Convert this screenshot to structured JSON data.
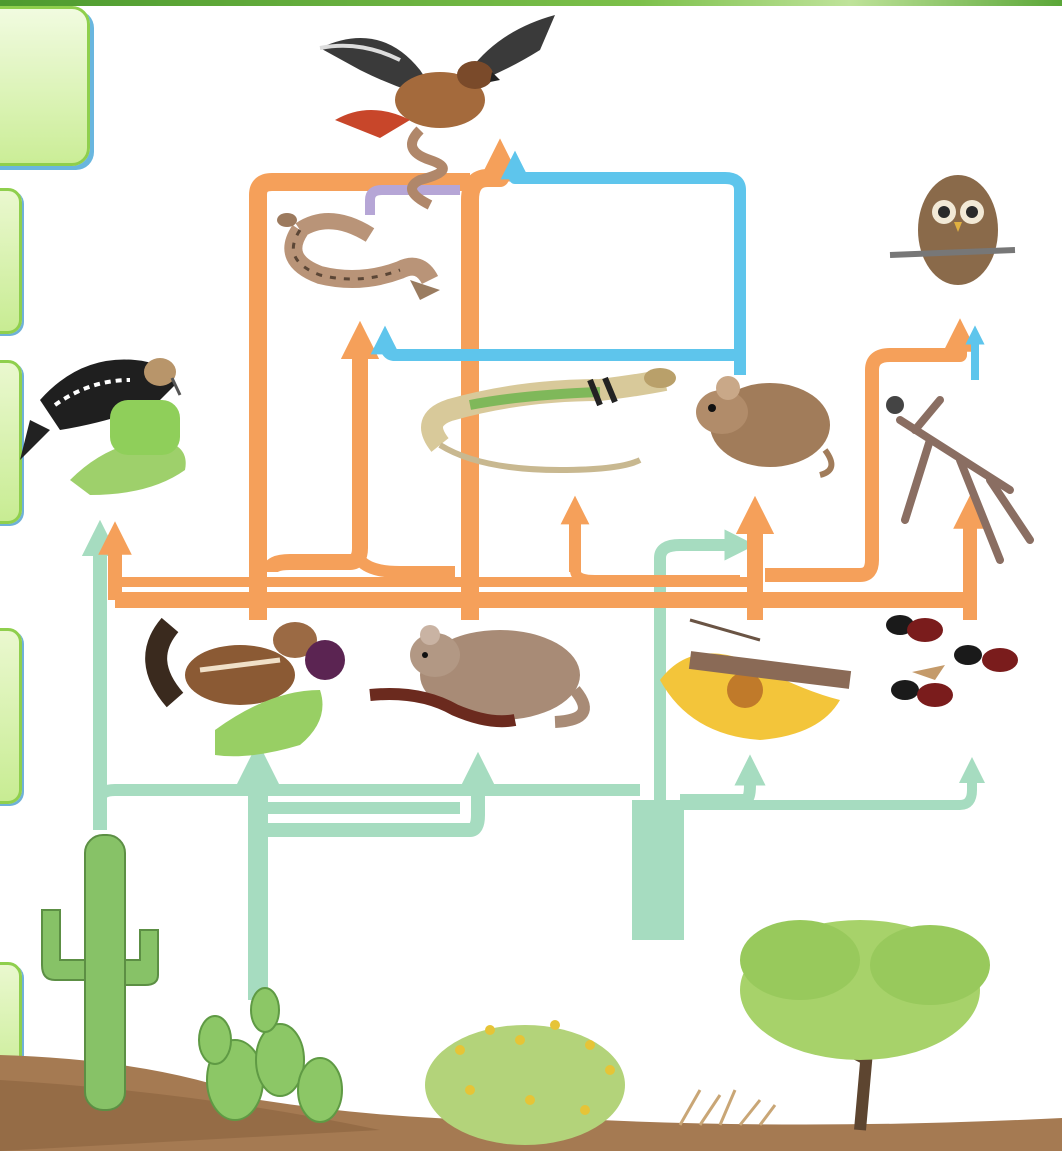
{
  "header": {
    "partial_title": "ку"
  },
  "colors": {
    "producer_arrow": "#a6dcc0",
    "consumer_arrow": "#f5a05a",
    "lizard_arrow": "#5ec5ec",
    "snake_arrow": "#b6a6d6",
    "ground": "#a57a52",
    "tab_fill": "#d8f2b2",
    "tab_border": "#8fcf4d"
  },
  "organisms": [
    {
      "id": "hawk",
      "icon": "hawk-icon"
    },
    {
      "id": "rattlesnake",
      "icon": "snake-icon"
    },
    {
      "id": "owl",
      "icon": "owl-icon"
    },
    {
      "id": "woodpecker",
      "icon": "woodpecker-icon"
    },
    {
      "id": "lizard",
      "icon": "lizard-icon"
    },
    {
      "id": "mouse",
      "icon": "mouse-icon"
    },
    {
      "id": "mantis",
      "icon": "mantis-icon"
    },
    {
      "id": "ground-squirrel",
      "icon": "squirrel-icon"
    },
    {
      "id": "kangaroo-rat",
      "icon": "rat-icon"
    },
    {
      "id": "grasshopper",
      "icon": "grasshopper-icon"
    },
    {
      "id": "ants",
      "icon": "ants-icon"
    },
    {
      "id": "saguaro-cactus",
      "icon": "saguaro-icon"
    },
    {
      "id": "prickly-pear",
      "icon": "prickly-pear-icon"
    },
    {
      "id": "shrub",
      "icon": "shrub-icon"
    },
    {
      "id": "dry-grass",
      "icon": "grass-icon"
    },
    {
      "id": "mesquite-tree",
      "icon": "tree-icon"
    }
  ]
}
